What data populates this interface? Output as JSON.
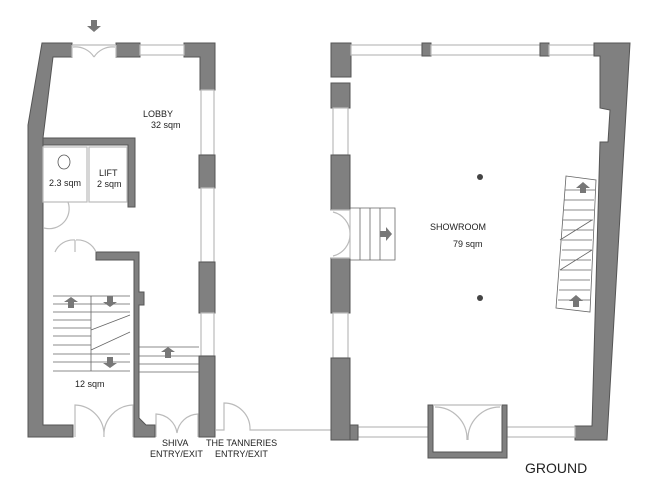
{
  "plan": {
    "level_label": "GROUND",
    "rooms": {
      "lobby": {
        "name": "LOBBY",
        "area": "32 sqm"
      },
      "wc": {
        "area": "2.3 sqm"
      },
      "lift": {
        "name": "LIFT",
        "area": "2 sqm"
      },
      "stair": {
        "area": "12 sqm"
      },
      "showroom": {
        "name": "SHOWROOM",
        "area": "79 sqm"
      }
    },
    "entrances": {
      "shiva": {
        "line1": "SHIVA",
        "line2": "ENTRY/EXIT"
      },
      "tanneries": {
        "line1": "THE TANNERIES",
        "line2": "ENTRY/EXIT"
      }
    }
  }
}
